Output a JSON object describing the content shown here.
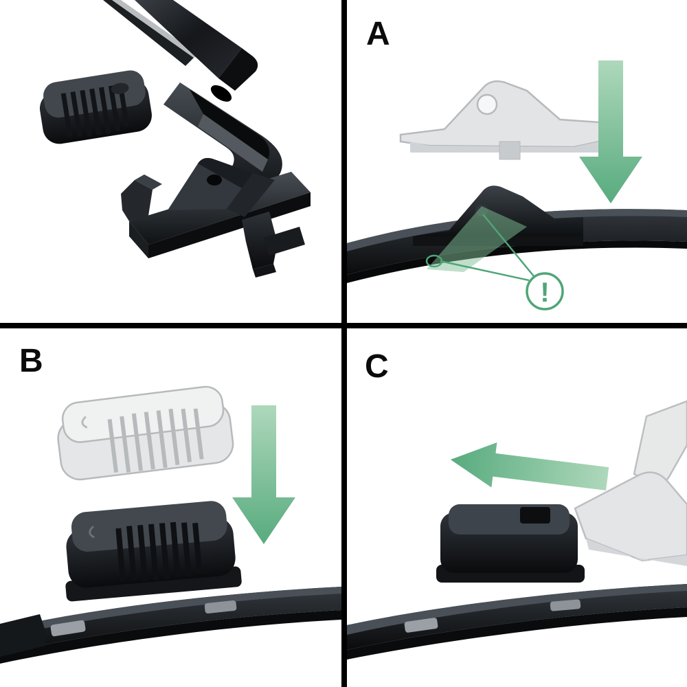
{
  "figure": {
    "type": "instruction-diagram",
    "background": "#ffffff",
    "colors": {
      "divider": "#000000",
      "accent_green": "#7fc096",
      "accent_green_dark": "#4fa578",
      "arrow_green_light": "#a9d6b6",
      "part_dark": "#16181b",
      "ghost_gray": "#e0e2e4",
      "label_color": "#0b0b0b"
    },
    "panels": [
      {
        "id": "parts-overview",
        "label": ""
      },
      {
        "id": "step-a",
        "label": "A"
      },
      {
        "id": "step-b",
        "label": "B"
      },
      {
        "id": "step-c",
        "label": "C"
      }
    ],
    "callout": {
      "symbol": "!"
    }
  }
}
